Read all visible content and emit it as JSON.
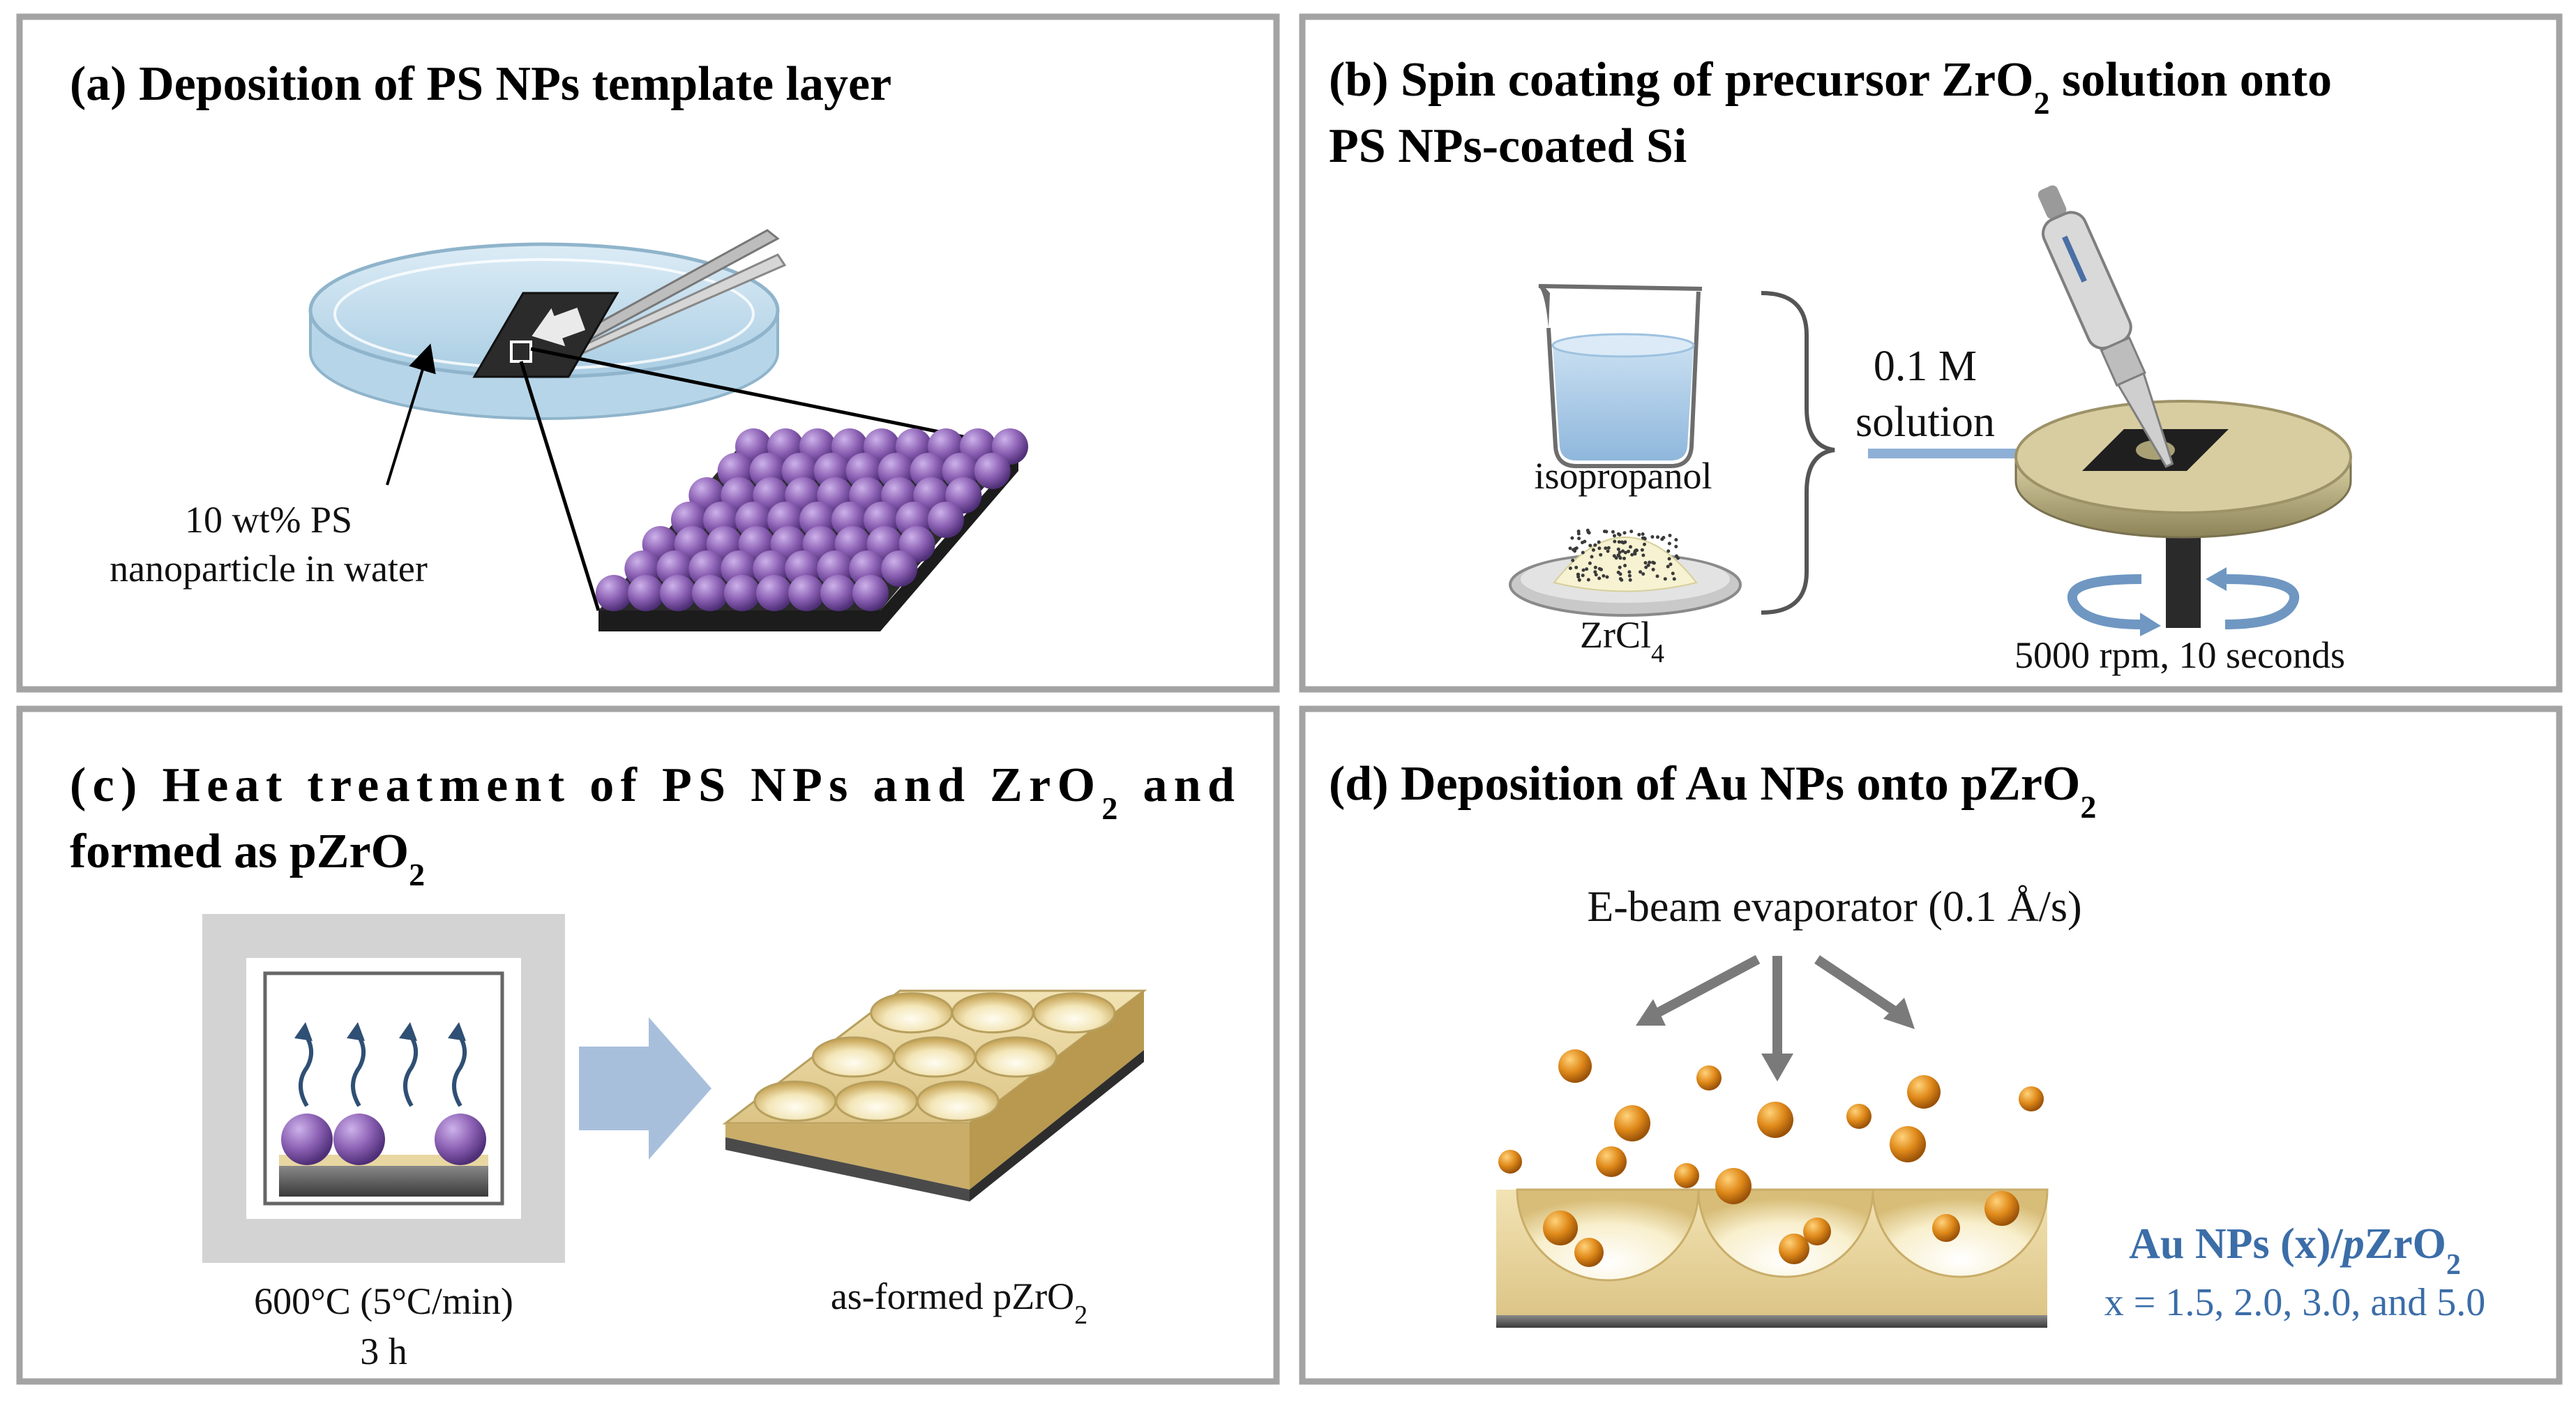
{
  "panels": {
    "a": {
      "title": "(a) Deposition of PS NPs template layer",
      "label_line1": "10 wt% PS",
      "label_line2": "nanoparticle in water"
    },
    "b": {
      "title_pre": "(b) Spin coating of precursor ZrO",
      "title_sub": "2",
      "title_post": " solution onto",
      "title_line2": "PS NPs-coated Si",
      "isopropanol": "isopropanol",
      "zrcl_main": "ZrCl",
      "zrcl_sub": "4",
      "solution_line1": "0.1 M",
      "solution_line2": "solution",
      "spin": "5000 rpm, 10 seconds"
    },
    "c": {
      "title_line1_pre": "(c) Heat treatment of PS NPs and ZrO",
      "title_line1_sub": "2",
      "title_line1_post": " and",
      "title_line2_pre": "formed as pZrO",
      "title_line2_sub": "2",
      "temp_line1": "600°C (5°C/min)",
      "temp_line2": "3 h",
      "formed_pre": "as-formed pZrO",
      "formed_sub": "2"
    },
    "d": {
      "title_pre": "(d) Deposition of Au NPs onto pZrO",
      "title_sub": "2",
      "evaporator": "E-beam evaporator (0.1 Å/s)",
      "legend_pre": "Au NPs (x)/",
      "legend_italic": "p",
      "legend_mid": "ZrO",
      "legend_sub": "2",
      "legend_line2": "x = 1.5, 2.0, 3.0, and 5.0"
    }
  },
  "colors": {
    "panel_border": "#a3a3a3",
    "ps_sphere": "#8d62b5",
    "zro2_film": "#e6d39a",
    "au_particle": "#e08a1a",
    "arrow_blue": "#8fb0d6",
    "text_blue": "#3b6da8"
  }
}
